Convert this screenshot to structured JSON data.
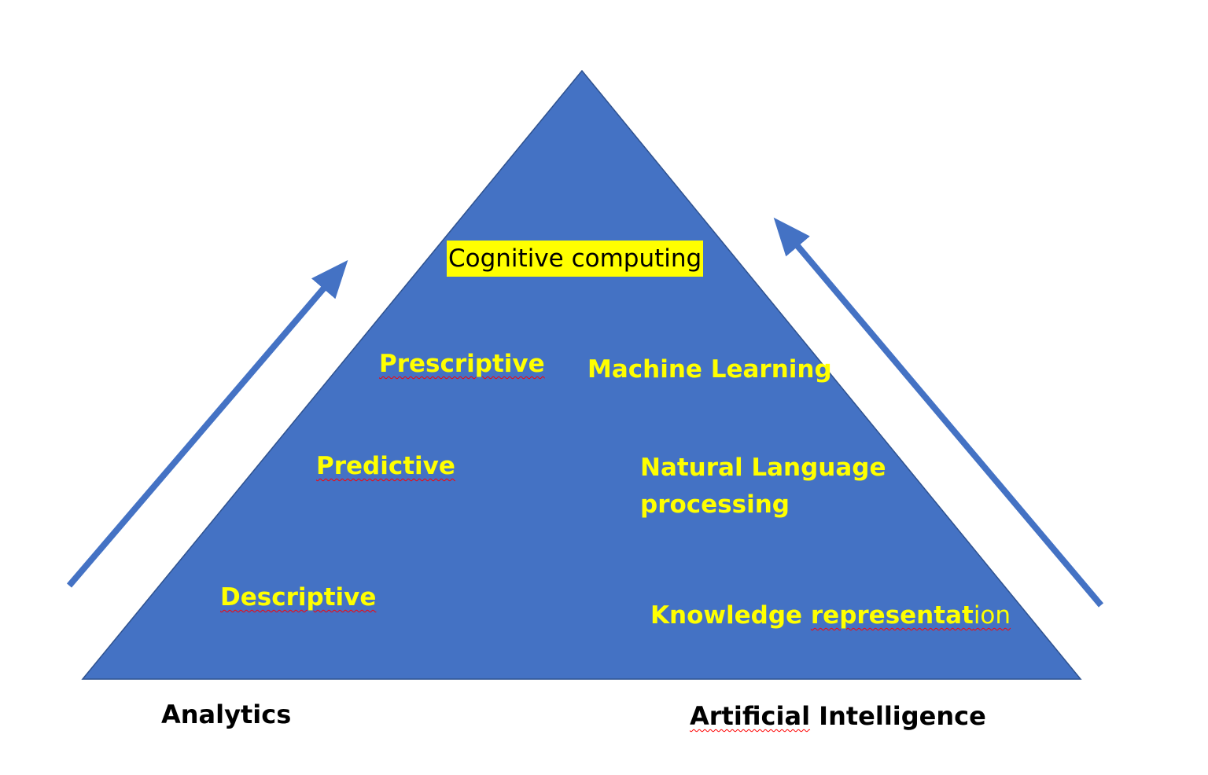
{
  "diagram": {
    "colors": {
      "pyramid": "#4472c4",
      "pyramid_border": "#2f528f",
      "arrow": "#4472c4",
      "accent_text": "#ffff00",
      "highlight": "#ffff00",
      "base_label": "#000000",
      "spellcheck": "#ff0000"
    },
    "apex": {
      "label": "Cognitive computing"
    },
    "analytics": {
      "label": "Analytics",
      "levels": [
        {
          "label": "Prescriptive"
        },
        {
          "label": "Predictive"
        },
        {
          "label": "Descriptive"
        }
      ]
    },
    "ai": {
      "label_part1": "Artificial",
      "label_part2": " Intelligence",
      "components": [
        {
          "label": "Machine Learning"
        },
        {
          "label": "Natural Language processing"
        },
        {
          "label_part1": "Knowledge ",
          "label_part2": "representat",
          "label_part3": "ion"
        }
      ]
    }
  }
}
